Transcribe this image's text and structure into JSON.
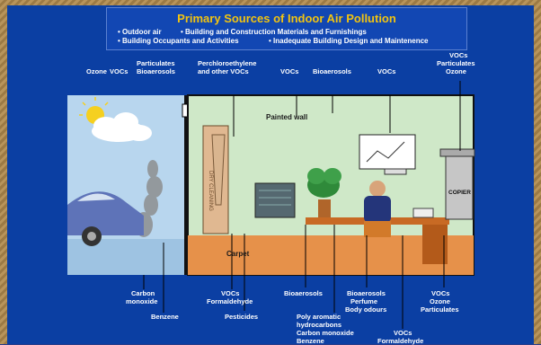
{
  "header": {
    "title": "Primary Sources of Indoor Air Pollution",
    "sources": [
      "• Outdoor air",
      "• Building and Construction Materials and Furnishings",
      "• Building Occupants and Activities",
      "• Inadequate Building Design and Maintenence"
    ]
  },
  "top_labels": {
    "ozone": "Ozone",
    "vocs1": "VOCs",
    "particulates": "Particulates",
    "bioaerosols1": "Bioaerosols",
    "perchloro": "Perchloroethylene",
    "other_vocs": "and other VOCs",
    "vocs2": "VOCs",
    "bioaerosols2": "Bioaerosols",
    "vocs3": "VOCs",
    "vocs4": "VOCs",
    "particulates2": "Particulates",
    "ozone2": "Ozone"
  },
  "room_labels": {
    "painted_wall": "Painted wall",
    "carpet": "Carpet",
    "copier": "COPIER",
    "dry_cleaning": "DRY CLEANING"
  },
  "bottom_labels": {
    "carbon": "Carbon",
    "monoxide": "monoxide",
    "benzene": "Benzene",
    "vocs_a": "VOCs",
    "formaldehyde_a": "Formaldehyde",
    "pesticides": "Pesticides",
    "bioaerosols_b": "Bioaerosols",
    "poly": "Poly aromatic",
    "hydrocarbons": "hydrocarbons",
    "carbon_monoxide": "Carbon monoxide",
    "benzene2": "Benzene",
    "bioaerosols_c": "Bioaerosols",
    "perfume": "Perfume",
    "body_odours": "Body odours",
    "vocs_d": "VOCs",
    "ozone_d": "Ozone",
    "particulates_d": "Particulates",
    "vocs_e": "VOCs",
    "formaldehyde_e": "Formaldehyde"
  },
  "colors": {
    "background": "#0b3fa3",
    "title": "#f2c410",
    "room_wall": "#cfe8c8",
    "outdoor_sky": "#b8d6ee"
  }
}
